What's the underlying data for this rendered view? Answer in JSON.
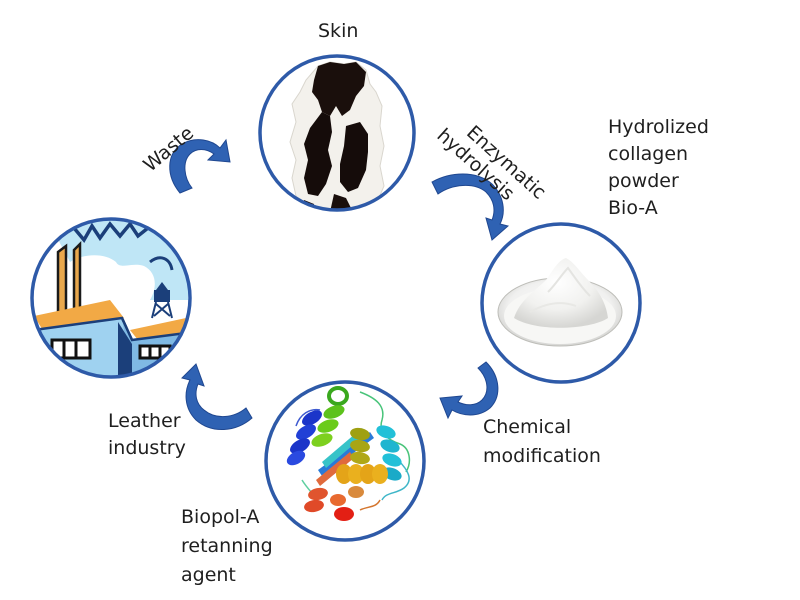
{
  "diagram": {
    "colors": {
      "accent": "#2e5aa8",
      "arrow": "#2f62b3",
      "arrow_dark": "#1f4790",
      "text": "#1f1f1f"
    },
    "nodes": [
      {
        "id": "skin",
        "label_lines": [
          "Skin"
        ],
        "icon": "cowhide-icon"
      },
      {
        "id": "powder",
        "label_lines": [
          "Hydrolized",
          "collagen",
          "powder",
          "Bio-A"
        ],
        "icon": "powder-dish-icon"
      },
      {
        "id": "protein",
        "label_lines": [
          "Biopol-A",
          "retanning",
          "agent"
        ],
        "icon": "protein-structure-icon"
      },
      {
        "id": "factory",
        "label_lines": [],
        "icon": "factory-icon"
      }
    ],
    "edges": [
      {
        "from": "skin",
        "to": "powder",
        "label_lines": [
          "Enzymatic",
          "hydrolysis"
        ],
        "icon": "curved-arrow-icon"
      },
      {
        "from": "powder",
        "to": "protein",
        "label_lines": [
          "Chemical",
          "modification"
        ],
        "icon": "curved-arrow-icon"
      },
      {
        "from": "protein",
        "to": "factory",
        "label_lines": [
          "Leather",
          "industry"
        ],
        "icon": "curved-arrow-icon"
      },
      {
        "from": "factory",
        "to": "skin",
        "label_lines": [
          "Waste"
        ],
        "icon": "curved-arrow-icon"
      }
    ]
  }
}
